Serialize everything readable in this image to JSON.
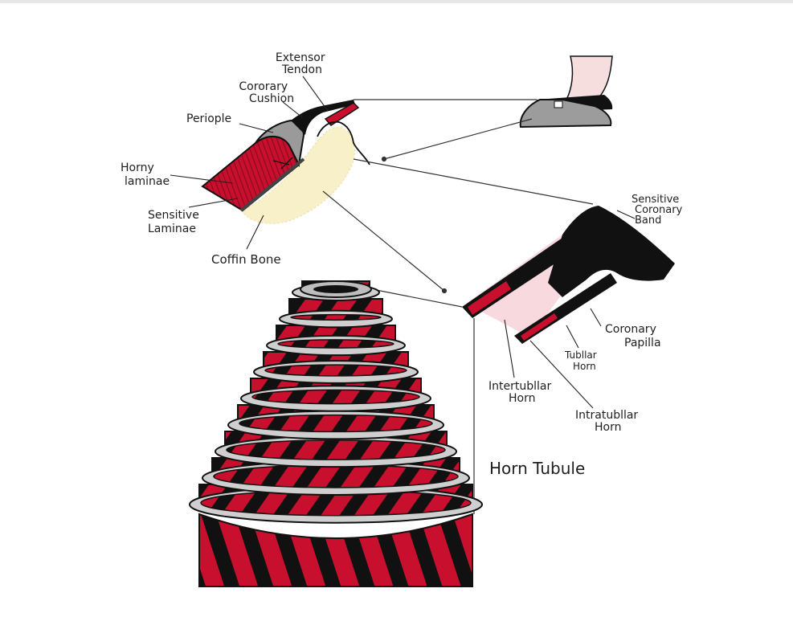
{
  "labels": {
    "extensor_tendon": [
      "Extensor",
      "Tendon"
    ],
    "coronary_cushion": [
      "Cororary",
      "Cushion"
    ],
    "periople": "Periople",
    "horny_laminae": [
      "Horny",
      "laminae"
    ],
    "sensitive_laminae": [
      "Sensitive",
      "Laminae"
    ],
    "coffin_bone": "Coffin Bone",
    "sensitive_coronary_band": [
      "Sensitive",
      "Coronary",
      "Band"
    ],
    "coronary_papilla": [
      "Coronary",
      "Papilla"
    ],
    "tubular_horn": [
      "Tubllar",
      "Horn"
    ],
    "intertubular_horn": [
      "Intertubllar",
      "Horn"
    ],
    "intratubular_horn": [
      "Intratubllar",
      "Horn"
    ],
    "horn_tubule": "Horn Tubule"
  },
  "colors": {
    "red": "#c8102e",
    "black": "#111111",
    "grey": "#cfcfcf",
    "pink": "#f3c9d0",
    "yellow": "#f7f0c8"
  },
  "tubule_rings": 9
}
